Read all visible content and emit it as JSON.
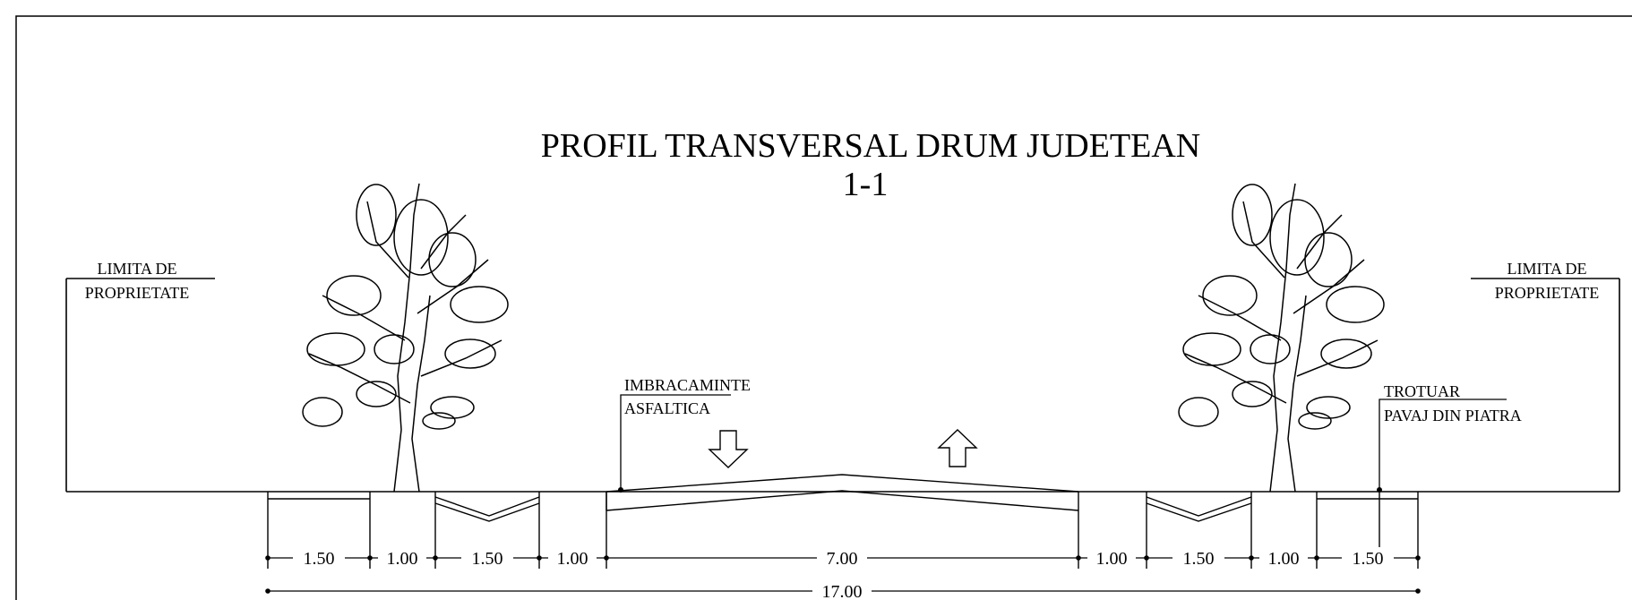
{
  "title": "PROFIL TRANSVERSAL DRUM JUDETEAN",
  "section": "1-1",
  "labels": {
    "property_limit_top": "LIMITA DE",
    "property_limit_bottom": "PROPRIETATE",
    "pavement_top": "IMBRACAMINTE",
    "pavement_bottom": "ASFALTICA",
    "sidewalk_top": "TROTUAR",
    "sidewalk_bottom": "PAVAJ DIN PIATRA"
  },
  "dimensions": {
    "segments": [
      "1.50",
      "1.00",
      "1.50",
      "1.00",
      "7.00",
      "1.00",
      "1.50",
      "1.00",
      "1.50"
    ],
    "total": "17.00"
  },
  "colors": {
    "line": "#000000",
    "background": "#ffffff"
  }
}
